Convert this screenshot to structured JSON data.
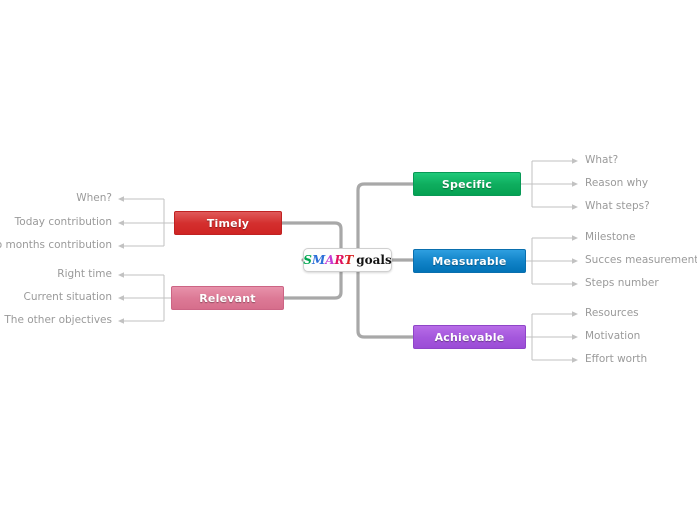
{
  "diagram": {
    "title": "SMART goals",
    "type": "mind-map",
    "background": "#ffffff",
    "connector_color": "#b5b5b5",
    "trunk_color": "#a8a8a8",
    "leaf_text_color": "#9a9a9a"
  },
  "root": {
    "label": "SMART goals",
    "letters": [
      {
        "char": "S",
        "color": "#00a650"
      },
      {
        "char": "M",
        "color": "#2b6ed9"
      },
      {
        "char": "A",
        "color": "#c43bd4"
      },
      {
        "char": "R",
        "color": "#e0115f"
      },
      {
        "char": "T",
        "color": "#d92121"
      }
    ],
    "suffix": "goals",
    "suffix_color": "#111111"
  },
  "branches": [
    {
      "id": "specific",
      "label": "Specific",
      "side": "right",
      "color": "#0fae5f",
      "children": [
        "What?",
        "Reason why",
        "What steps?"
      ]
    },
    {
      "id": "measurable",
      "label": "Measurable",
      "side": "right",
      "color": "#1284c9",
      "children": [
        "Milestone",
        "Succes measurement",
        "Steps number"
      ]
    },
    {
      "id": "achievable",
      "label": "Achievable",
      "side": "right",
      "color": "#a558dd",
      "children": [
        "Resources",
        "Motivation",
        "Effort worth"
      ]
    },
    {
      "id": "timely",
      "label": "Timely",
      "side": "left",
      "color": "#d4302f",
      "children": [
        "When?",
        "Today contribution",
        "Two months contribution"
      ]
    },
    {
      "id": "relevant",
      "label": "Relevant",
      "side": "left",
      "color": "#dd7a96",
      "children": [
        "Right time",
        "Current situation",
        "The other objectives"
      ]
    }
  ]
}
